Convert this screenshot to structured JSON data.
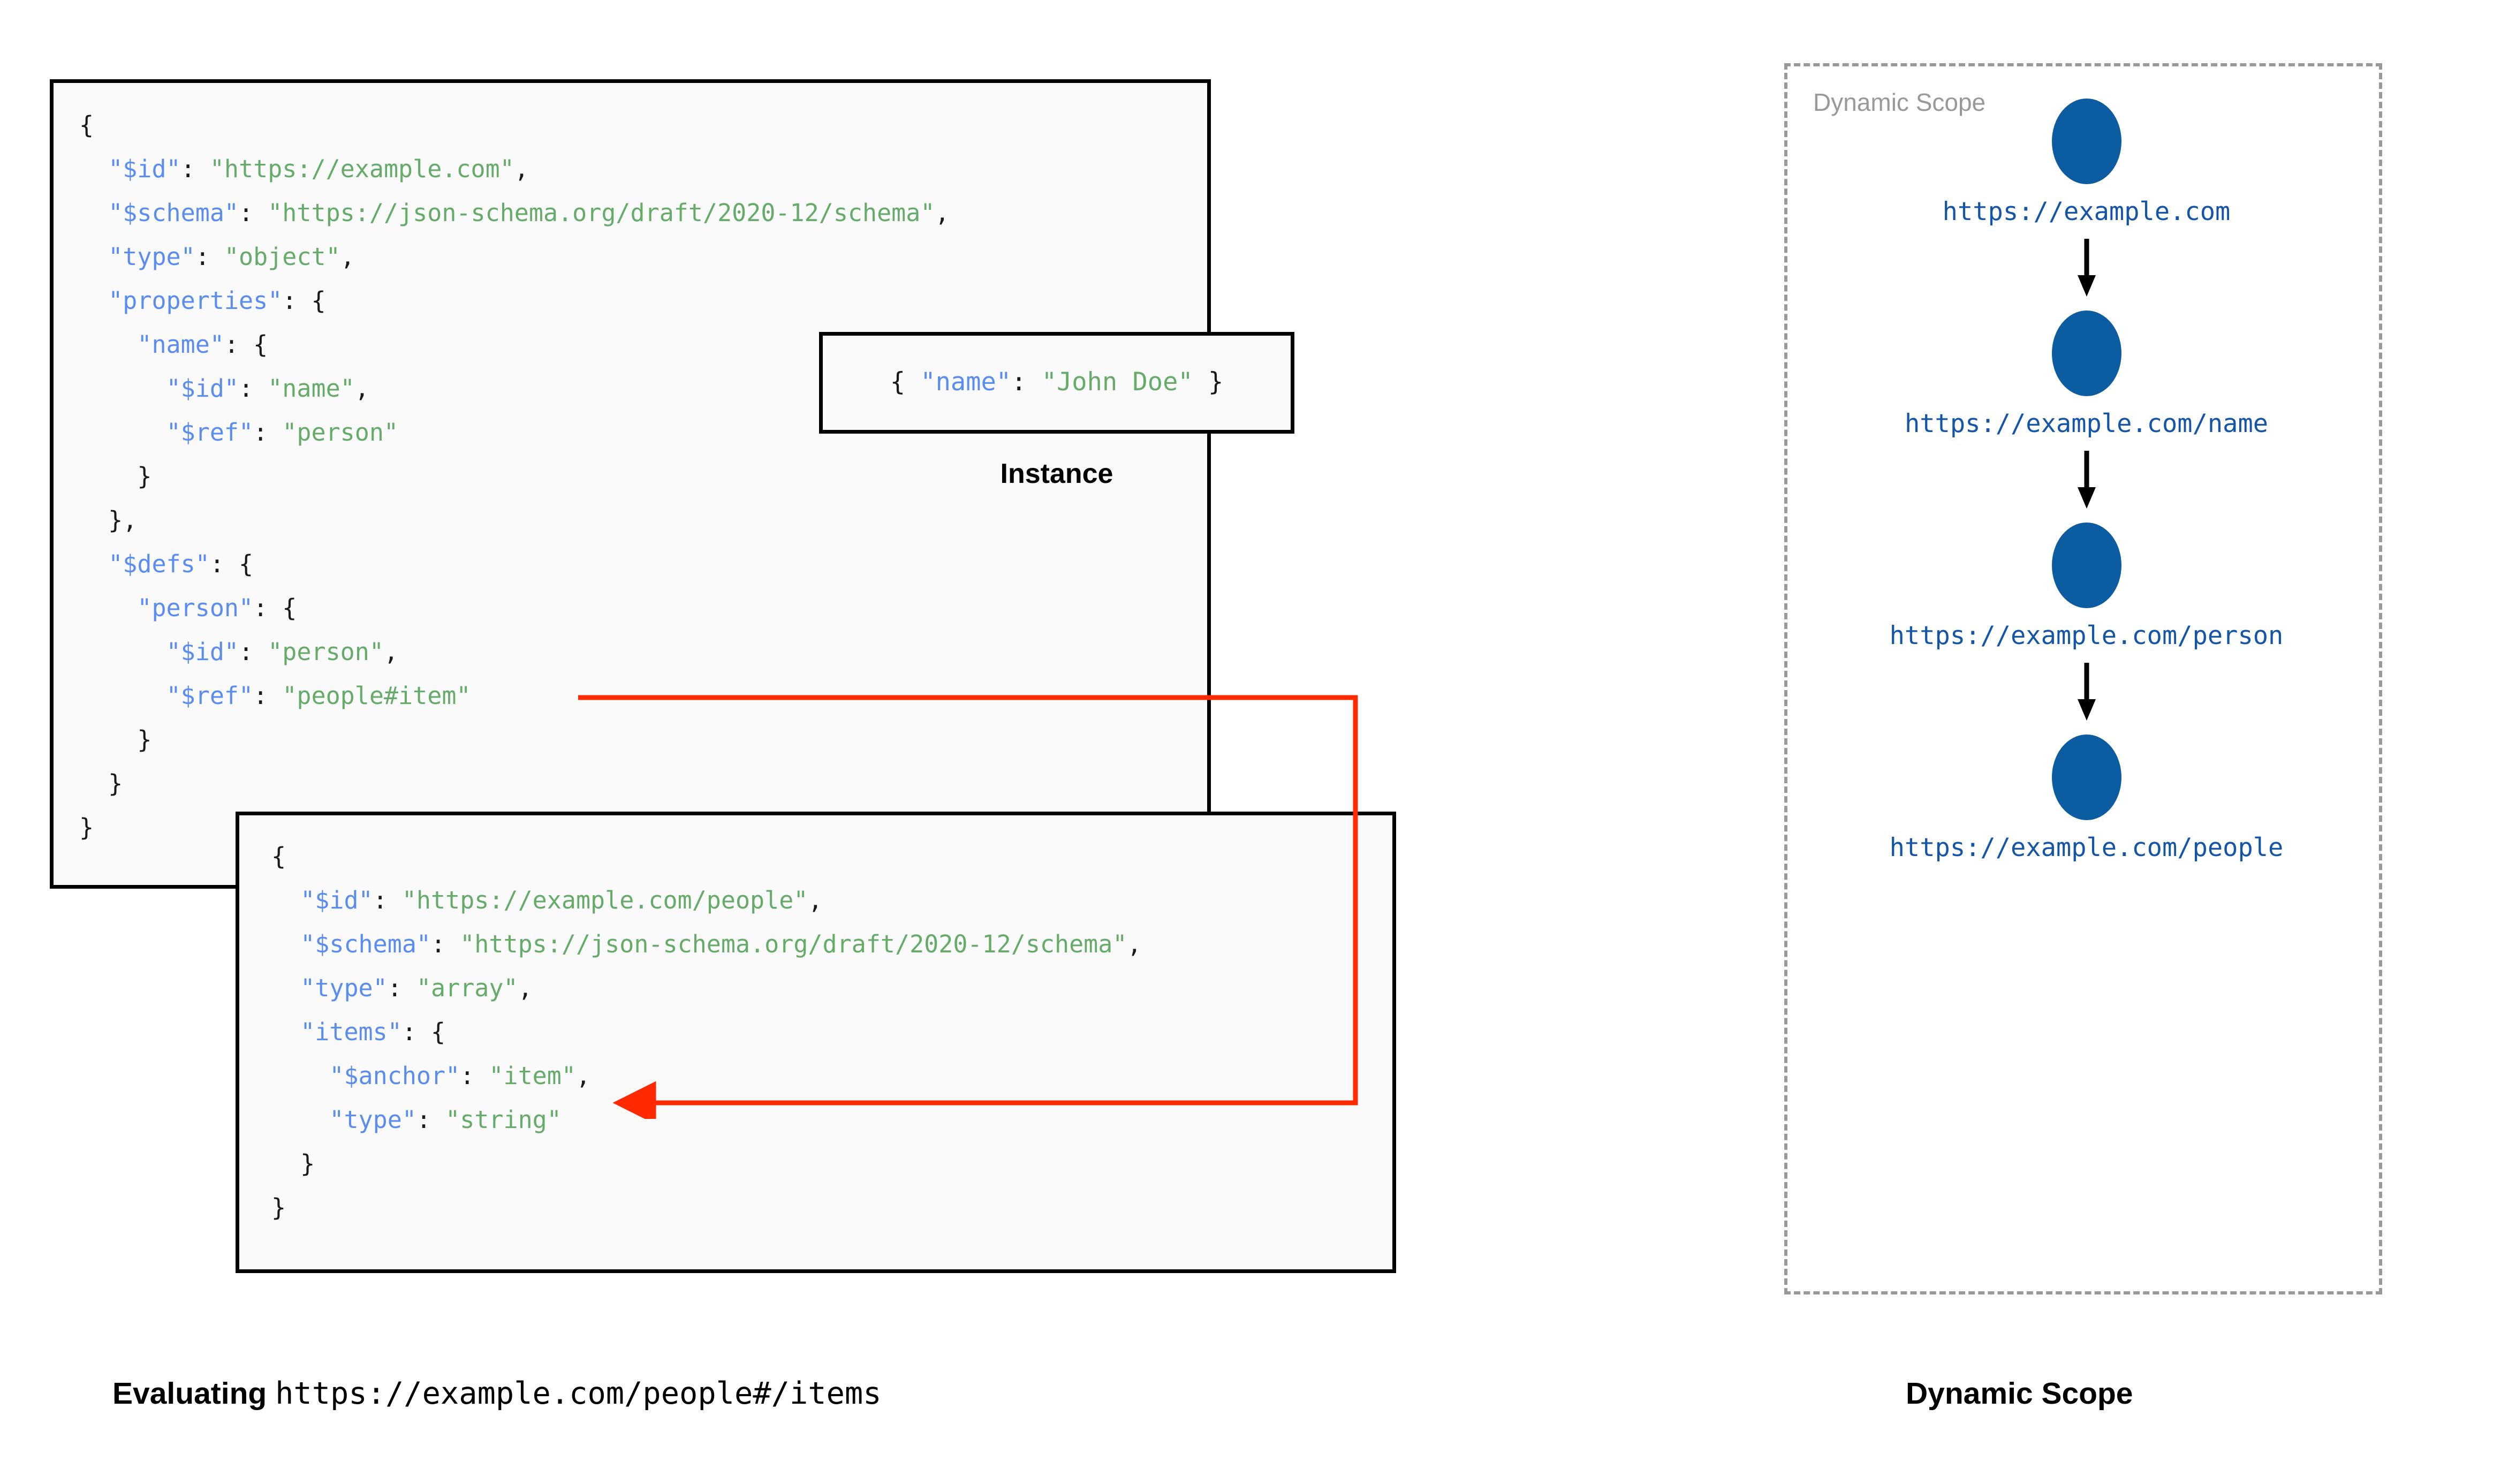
{
  "schema_root": {
    "lines": [
      [
        {
          "t": "{",
          "c": "p"
        }
      ],
      [
        {
          "t": "  ",
          "c": "p"
        },
        {
          "t": "\"$id\"",
          "c": "k"
        },
        {
          "t": ": ",
          "c": "p"
        },
        {
          "t": "\"https://example.com\"",
          "c": "s"
        },
        {
          "t": ",",
          "c": "p"
        }
      ],
      [
        {
          "t": "  ",
          "c": "p"
        },
        {
          "t": "\"$schema\"",
          "c": "k"
        },
        {
          "t": ": ",
          "c": "p"
        },
        {
          "t": "\"https://json-schema.org/draft/2020-12/schema\"",
          "c": "s"
        },
        {
          "t": ",",
          "c": "p"
        }
      ],
      [
        {
          "t": "  ",
          "c": "p"
        },
        {
          "t": "\"type\"",
          "c": "k"
        },
        {
          "t": ": ",
          "c": "p"
        },
        {
          "t": "\"object\"",
          "c": "s"
        },
        {
          "t": ",",
          "c": "p"
        }
      ],
      [
        {
          "t": "  ",
          "c": "p"
        },
        {
          "t": "\"properties\"",
          "c": "k"
        },
        {
          "t": ": {",
          "c": "p"
        }
      ],
      [
        {
          "t": "    ",
          "c": "p"
        },
        {
          "t": "\"name\"",
          "c": "k"
        },
        {
          "t": ": {",
          "c": "p"
        }
      ],
      [
        {
          "t": "      ",
          "c": "p"
        },
        {
          "t": "\"$id\"",
          "c": "k"
        },
        {
          "t": ": ",
          "c": "p"
        },
        {
          "t": "\"name\"",
          "c": "s"
        },
        {
          "t": ",",
          "c": "p"
        }
      ],
      [
        {
          "t": "      ",
          "c": "p"
        },
        {
          "t": "\"$ref\"",
          "c": "k"
        },
        {
          "t": ": ",
          "c": "p"
        },
        {
          "t": "\"person\"",
          "c": "s"
        }
      ],
      [
        {
          "t": "    }",
          "c": "p"
        }
      ],
      [
        {
          "t": "  },",
          "c": "p"
        }
      ],
      [
        {
          "t": "  ",
          "c": "p"
        },
        {
          "t": "\"$defs\"",
          "c": "k"
        },
        {
          "t": ": {",
          "c": "p"
        }
      ],
      [
        {
          "t": "    ",
          "c": "p"
        },
        {
          "t": "\"person\"",
          "c": "k"
        },
        {
          "t": ": {",
          "c": "p"
        }
      ],
      [
        {
          "t": "      ",
          "c": "p"
        },
        {
          "t": "\"$id\"",
          "c": "k"
        },
        {
          "t": ": ",
          "c": "p"
        },
        {
          "t": "\"person\"",
          "c": "s"
        },
        {
          "t": ",",
          "c": "p"
        }
      ],
      [
        {
          "t": "      ",
          "c": "p"
        },
        {
          "t": "\"$ref\"",
          "c": "k"
        },
        {
          "t": ": ",
          "c": "p"
        },
        {
          "t": "\"people#item\"",
          "c": "s"
        }
      ],
      [
        {
          "t": "    }",
          "c": "p"
        }
      ],
      [
        {
          "t": "  }",
          "c": "p"
        }
      ],
      [
        {
          "t": "}",
          "c": "p"
        }
      ]
    ]
  },
  "instance": {
    "caption": "Instance",
    "lines": [
      [
        {
          "t": "{ ",
          "c": "p"
        },
        {
          "t": "\"name\"",
          "c": "k"
        },
        {
          "t": ": ",
          "c": "p"
        },
        {
          "t": "\"John Doe\"",
          "c": "s"
        },
        {
          "t": " }",
          "c": "p"
        }
      ]
    ]
  },
  "schema_people": {
    "lines": [
      [
        {
          "t": "{",
          "c": "p"
        }
      ],
      [
        {
          "t": "  ",
          "c": "p"
        },
        {
          "t": "\"$id\"",
          "c": "k"
        },
        {
          "t": ": ",
          "c": "p"
        },
        {
          "t": "\"https://example.com/people\"",
          "c": "s"
        },
        {
          "t": ",",
          "c": "p"
        }
      ],
      [
        {
          "t": "  ",
          "c": "p"
        },
        {
          "t": "\"$schema\"",
          "c": "k"
        },
        {
          "t": ": ",
          "c": "p"
        },
        {
          "t": "\"https://json-schema.org/draft/2020-12/schema\"",
          "c": "s"
        },
        {
          "t": ",",
          "c": "p"
        }
      ],
      [
        {
          "t": "  ",
          "c": "p"
        },
        {
          "t": "\"type\"",
          "c": "k"
        },
        {
          "t": ": ",
          "c": "p"
        },
        {
          "t": "\"array\"",
          "c": "s"
        },
        {
          "t": ",",
          "c": "p"
        }
      ],
      [
        {
          "t": "  ",
          "c": "p"
        },
        {
          "t": "\"items\"",
          "c": "k"
        },
        {
          "t": ": {",
          "c": "p"
        }
      ],
      [
        {
          "t": "    ",
          "c": "p"
        },
        {
          "t": "\"$anchor\"",
          "c": "k"
        },
        {
          "t": ": ",
          "c": "p"
        },
        {
          "t": "\"item\"",
          "c": "s"
        },
        {
          "t": ",",
          "c": "p"
        }
      ],
      [
        {
          "t": "    ",
          "c": "p"
        },
        {
          "t": "\"type\"",
          "c": "k"
        },
        {
          "t": ": ",
          "c": "p"
        },
        {
          "t": "\"string\"",
          "c": "s"
        }
      ],
      [
        {
          "t": "  }",
          "c": "p"
        }
      ],
      [
        {
          "t": "}",
          "c": "p"
        }
      ]
    ]
  },
  "reference_arrow": {
    "from": "\"$ref\": \"people#item\"",
    "to": "\"$anchor\": \"item\"",
    "color": "#ff2a00"
  },
  "captions": {
    "evaluating_label": "Evaluating ",
    "evaluating_url": "https://example.com/people#/items",
    "dynamic_scope": "Dynamic Scope"
  },
  "dynamic_scope": {
    "title": "Dynamic Scope",
    "node_color": "#0b5ca0",
    "label_color": "#1555a8",
    "border_color": "#999999",
    "nodes": [
      {
        "label": "https://example.com"
      },
      {
        "label": "https://example.com/name"
      },
      {
        "label": "https://example.com/person"
      },
      {
        "label": "https://example.com/people"
      }
    ]
  }
}
